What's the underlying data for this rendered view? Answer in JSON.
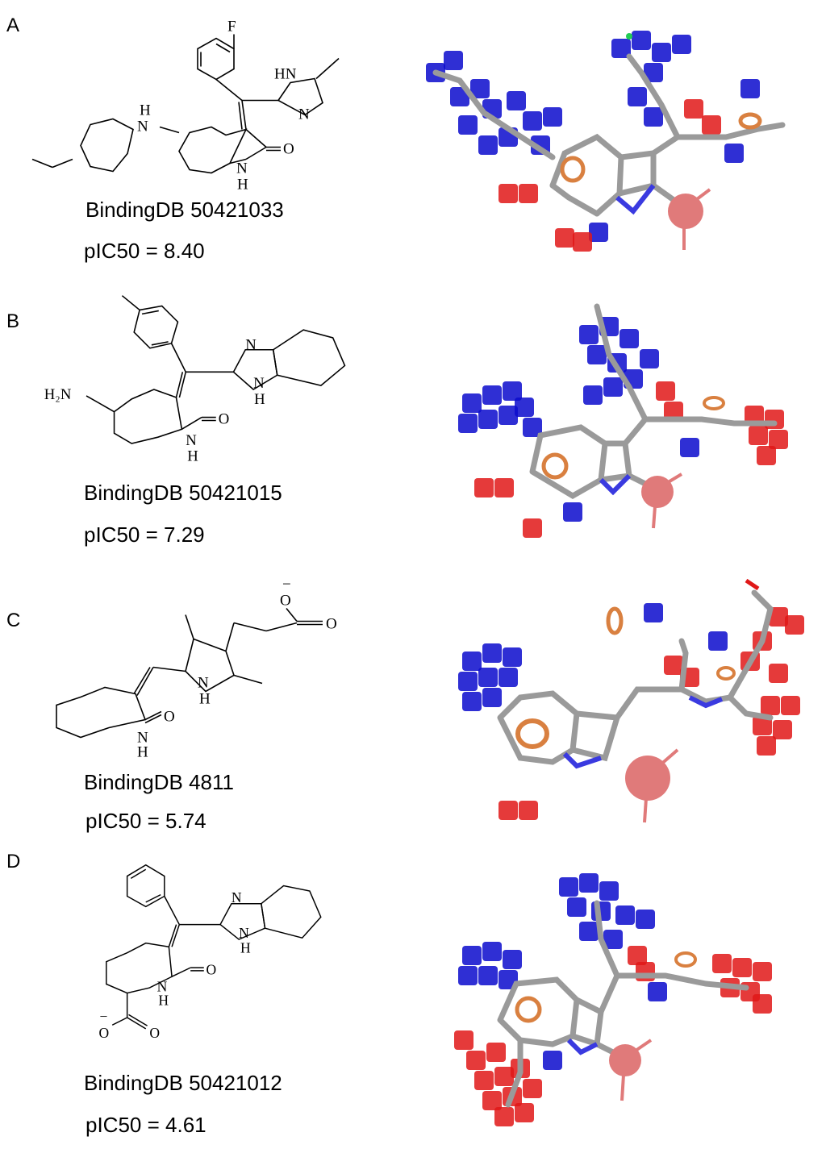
{
  "figure": {
    "panels": [
      {
        "label": "A",
        "compound_id": "BindingDB 50421033",
        "activity": "pIC50 = 8.40",
        "atoms": {
          "f": "F",
          "hn": "HN",
          "n": "N",
          "h": "H",
          "n2": "N",
          "o": "O",
          "nh": "N",
          "h2": "H"
        }
      },
      {
        "label": "B",
        "compound_id": "BindingDB 50421015",
        "activity": "pIC50 = 7.29",
        "atoms": {
          "h2n": "H₂N",
          "n": "N",
          "nh": "N",
          "h": "H",
          "o": "O",
          "n2": "N",
          "h2": "H"
        }
      },
      {
        "label": "C",
        "compound_id": "BindingDB 4811",
        "activity": "pIC50 = 5.74",
        "atoms": {
          "o1": "O",
          "minus": "−",
          "o2": "O",
          "n": "N",
          "h": "H",
          "o3": "O",
          "n2": "N",
          "h2": "H"
        }
      },
      {
        "label": "D",
        "compound_id": "BindingDB 50421012",
        "activity": "pIC50 =  4.61",
        "atoms": {
          "n": "N",
          "nh": "N",
          "h": "H",
          "o": "O",
          "n2": "N",
          "h2": "H",
          "o1": "O",
          "minus": "−",
          "o2": "O"
        }
      }
    ],
    "colors": {
      "positive_field": "#0a0acc",
      "negative_field": "#e01818",
      "aromatic_ring": "#d98040",
      "carbon_stick": "#9a9a9a",
      "nitrogen": "#3a3ae0",
      "acceptor_sphere": "#e07a7a"
    }
  }
}
